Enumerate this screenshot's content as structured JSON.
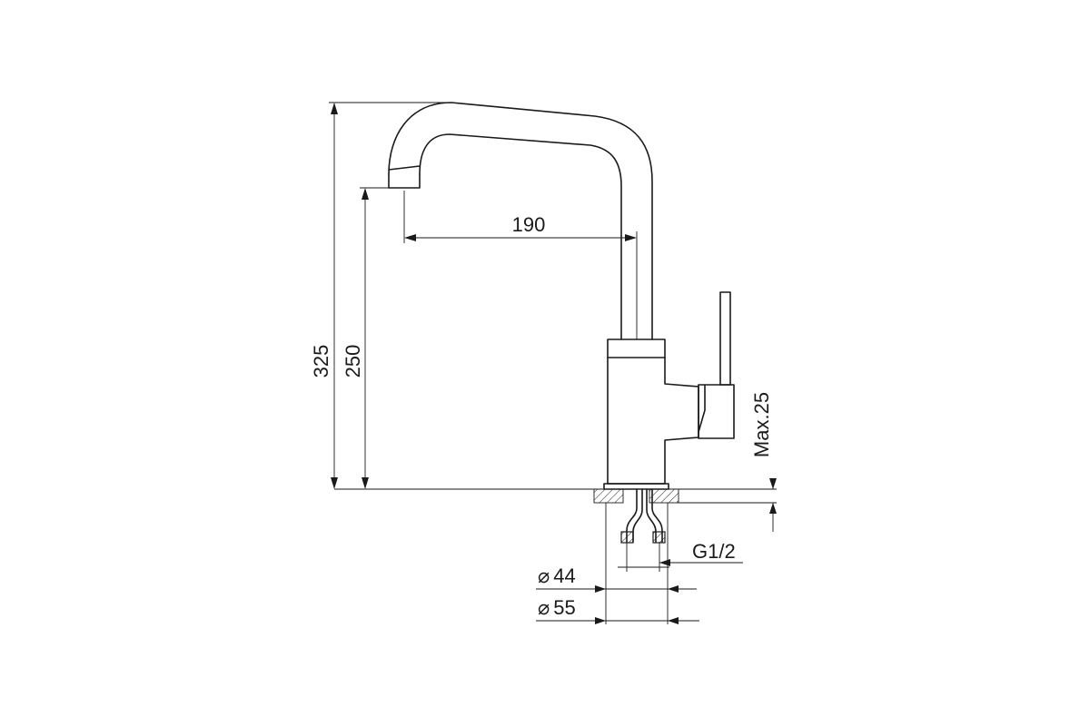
{
  "dimensions": {
    "total_height": "325",
    "spout_height": "250",
    "reach": "190",
    "max_counter": "Max.25",
    "thread": "G1/2",
    "dia_44": "44",
    "dia_55": "55"
  },
  "symbols": {
    "diameter": "⌀"
  },
  "colors": {
    "line": "#1a1a1a",
    "background": "#ffffff"
  }
}
